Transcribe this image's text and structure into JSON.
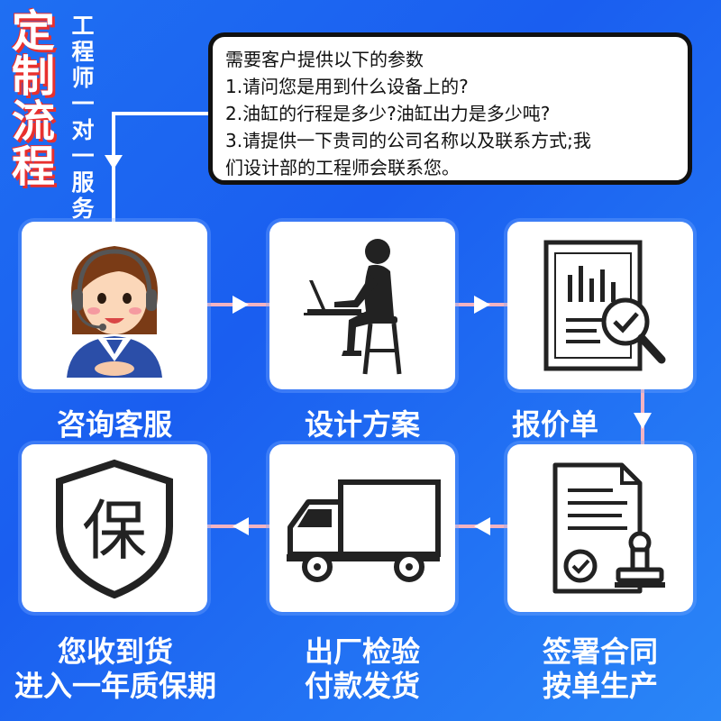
{
  "title": {
    "main_chars": [
      "定",
      "制",
      "流",
      "程"
    ],
    "sub_chars": [
      "工",
      "程",
      "师",
      "一",
      "对",
      "一",
      "服",
      "务"
    ]
  },
  "note": {
    "lines": [
      "需要客户提供以下的参数",
      "1.请问您是用到什么设备上的?",
      "2.油缸的行程是多少?油缸出力是多少吨?",
      "3.请提供一下贵司的公司名称以及联系方式;我",
      "们设计部的工程师会联系您。"
    ]
  },
  "steps": [
    {
      "label1": "咨询客服",
      "label2": "",
      "icon": "customer-service-icon"
    },
    {
      "label1": "设计方案",
      "label2": "",
      "icon": "designer-at-laptop-icon"
    },
    {
      "label1": "报价单",
      "label2": "",
      "icon": "document-inspection-icon"
    },
    {
      "label1": "签署合同",
      "label2": "按单生产",
      "icon": "contract-stamp-icon"
    },
    {
      "label1": "出厂检验",
      "label2": "付款发货",
      "icon": "delivery-truck-icon"
    },
    {
      "label1": "您收到货",
      "label2": "进入一年质保期",
      "icon": "warranty-shield-icon"
    }
  ],
  "warranty_glyph": "保",
  "colors": {
    "background": "#1f6ff2",
    "title_shadow": "#e8302e",
    "connector": "#f3b3c1",
    "arrow": "#ffffff"
  }
}
